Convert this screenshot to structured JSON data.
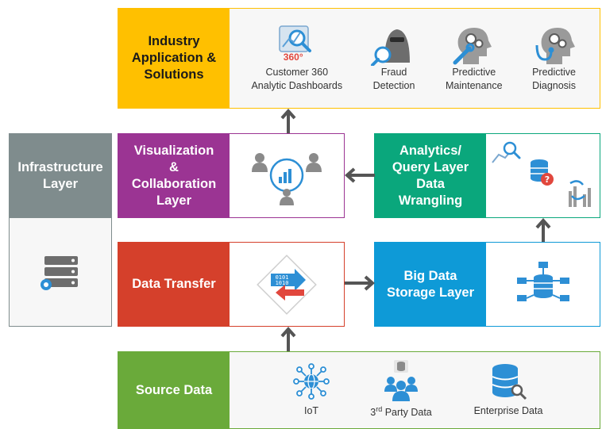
{
  "industry": {
    "label": "Industry\nApplication &\nSolutions",
    "color": "#ffc000",
    "items": [
      {
        "caption": "Customer 360\nAnalytic Dashboards",
        "badge": "360°",
        "icon": "magnifier-chart-icon"
      },
      {
        "caption": "Fraud\nDetection",
        "icon": "hooded-thief-icon"
      },
      {
        "caption": "Predictive\nMaintenance",
        "icon": "head-gears-wrench-icon"
      },
      {
        "caption": "Predictive\nDiagnosis",
        "icon": "head-gears-stethoscope-icon"
      }
    ]
  },
  "infrastructure": {
    "label": "Infrastructure\nLayer",
    "color": "#7f8c8d",
    "icon": "server-gear-icon"
  },
  "visualization": {
    "label": "Visualization\n&\nCollaboration\nLayer",
    "color": "#9b3493",
    "icon": "people-collaboration-chart-icon"
  },
  "analytics": {
    "label": "Analytics/\nQuery Layer\nData\nWrangling",
    "color": "#0aa77c",
    "icons": [
      "magnifier-line-chart-icon",
      "database-question-icon",
      "bar-chart-refresh-icon"
    ]
  },
  "transfer": {
    "label": "Data Transfer",
    "color": "#d5402b",
    "icon": "binary-transfer-icon"
  },
  "storage": {
    "label": "Big Data\nStorage Layer",
    "color": "#0e9ad7",
    "icon": "distributed-database-icon"
  },
  "source": {
    "label": "Source Data",
    "color": "#6aaa3a",
    "items": [
      {
        "caption": "IoT",
        "icon": "iot-globe-network-icon"
      },
      {
        "caption_main": "3",
        "caption_sup": "rd",
        "caption_rest": " Party Data",
        "icon": "group-database-icon"
      },
      {
        "caption": "Enterprise Data",
        "icon": "database-key-icon"
      }
    ]
  }
}
